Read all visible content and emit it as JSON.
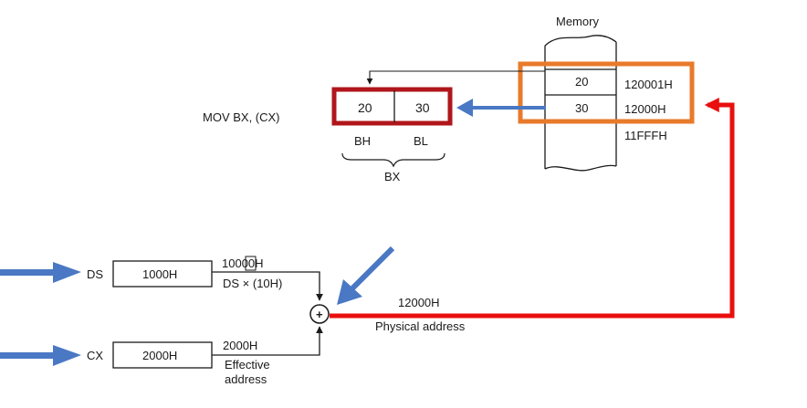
{
  "instruction": "MOV BX, (CX)",
  "memory": {
    "title": "Memory",
    "high_value": "20",
    "low_value": "30",
    "addr_high": "120001H",
    "addr_low": "12000H",
    "addr_prev": "11FFFH"
  },
  "bx": {
    "bh_value": "20",
    "bl_value": "30",
    "bh_label": "BH",
    "bl_label": "BL",
    "label": "BX"
  },
  "ds": {
    "label": "DS",
    "value": "1000H",
    "shifted_prefix": "1000",
    "shifted_digit": "0",
    "shifted_suffix": "H",
    "formula": "DS × (10H)"
  },
  "cx": {
    "label": "CX",
    "value": "2000H",
    "effective_value": "2000H",
    "effective_line1": "Effective",
    "effective_line2": "address"
  },
  "adder": {
    "symbol": "+",
    "result": "12000H",
    "result_label": "Physical address"
  },
  "colors": {
    "highlight_red": "#b0161b",
    "highlight_orange": "#e87a2b",
    "arrow_blue": "#4a78c4",
    "path_red": "#ea0f0f",
    "ink": "#1a1a1a"
  },
  "icons": {
    "adder": "circle-plus-icon",
    "pointer": "blue-arrow-icon"
  }
}
